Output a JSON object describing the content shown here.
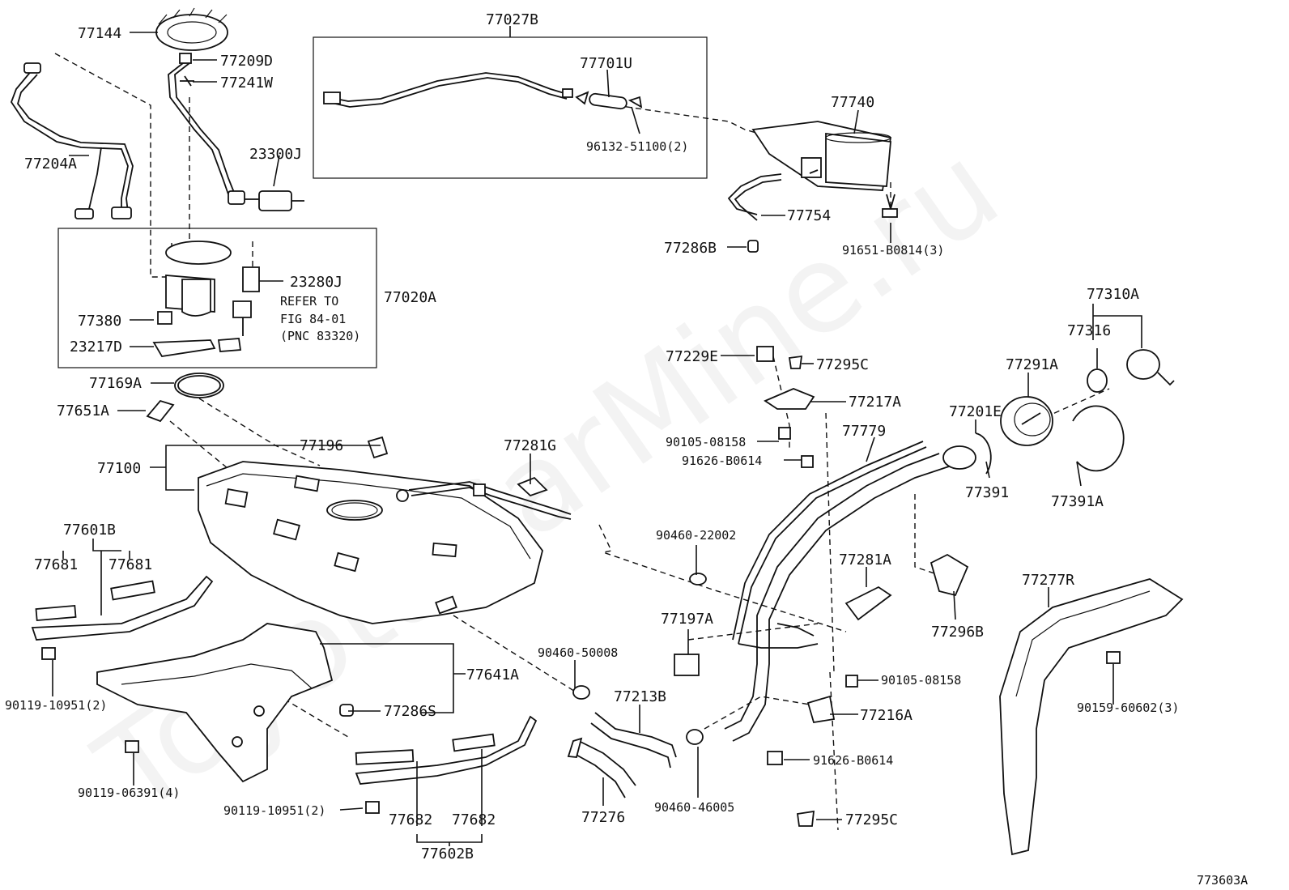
{
  "labels": {
    "p77144": "77144",
    "p77209D": "77209D",
    "p77241W": "77241W",
    "p77204A": "77204A",
    "p23300J": "23300J",
    "p77027B": "77027B",
    "p77701U": "77701U",
    "p96132": "96132-51100(2)",
    "p77740": "77740",
    "p77754": "77754",
    "p77286B": "77286B",
    "p91651": "91651-B0814(3)",
    "p23280J": "23280J",
    "p77020A": "77020A",
    "refer1": "REFER TO",
    "refer2": "FIG 84-01",
    "refer3": "(PNC 83320)",
    "p77380": "77380",
    "p23217D": "23217D",
    "p77169A": "77169A",
    "p77651A": "77651A",
    "p77196": "77196",
    "p77100": "77100",
    "p77281G": "77281G",
    "p77229E": "77229E",
    "p77295C_top": "77295C",
    "p77217A": "77217A",
    "p90105_top": "90105-08158",
    "p91626_top": "91626-B0614",
    "p77779": "77779",
    "p77201E": "77201E",
    "p77310A": "77310A",
    "p77316": "77316",
    "p77291A": "77291A",
    "p77391": "77391",
    "p77391A": "77391A",
    "p77601B": "77601B",
    "p77681_l": "77681",
    "p77681_r": "77681",
    "p90460_22002": "90460-22002",
    "p77281A": "77281A",
    "p77296B": "77296B",
    "p77277R": "77277R",
    "p77197A": "77197A",
    "p90460_50008": "90460-50008",
    "p77641A": "77641A",
    "p90105_bot": "90105-08158",
    "p90159": "90159-60602(3)",
    "p90119_10951_l": "90119-10951(2)",
    "p77286S": "77286S",
    "p77213B": "77213B",
    "p77216A": "77216A",
    "p91626_bot": "91626-B0614",
    "p90119_06391": "90119-06391(4)",
    "p90119_10951_b": "90119-10951(2)",
    "p77682_l": "77682",
    "p77682_r": "77682",
    "p77602B": "77602B",
    "p77276": "77276",
    "p90460_46005": "90460-46005",
    "p77295C_bot": "77295C",
    "figure_code": "773603A"
  },
  "watermark": "ToyotaCarMine.ru"
}
